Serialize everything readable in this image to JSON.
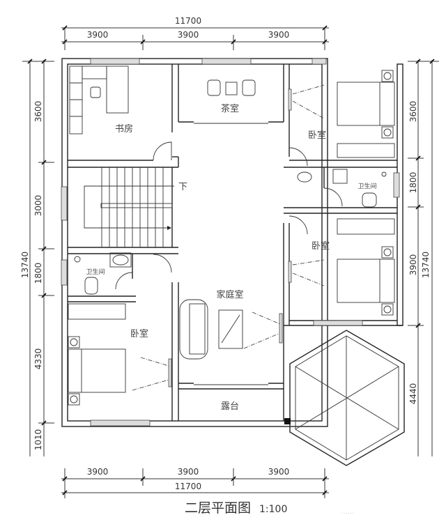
{
  "drawing": {
    "title": "二层平面图",
    "scale": "1:100",
    "watermark": "……"
  },
  "dimensions": {
    "top_total": "11700",
    "top_segments": [
      "3900",
      "3900",
      "3900"
    ],
    "bottom_total": "11700",
    "bottom_segments": [
      "3900",
      "3900",
      "3900"
    ],
    "left_total": "13740",
    "left_segments": [
      "3600",
      "3000",
      "1800",
      "4330",
      "1010"
    ],
    "right_total": "13740",
    "right_segments": [
      "3600",
      "1800",
      "3900",
      "4440"
    ]
  },
  "rooms": {
    "study": "书房",
    "tea_room": "茶室",
    "bedroom_ne": "卧室",
    "bathroom_e": "卫生间",
    "bedroom_e": "卧室",
    "bathroom_w": "卫生间",
    "bedroom_sw": "卧室",
    "family_room": "家庭室",
    "terrace": "露台",
    "stair_label": "下"
  },
  "colors": {
    "line": "#222222",
    "text": "#444444",
    "window_fill": "#dddddd",
    "background": "#ffffff"
  }
}
